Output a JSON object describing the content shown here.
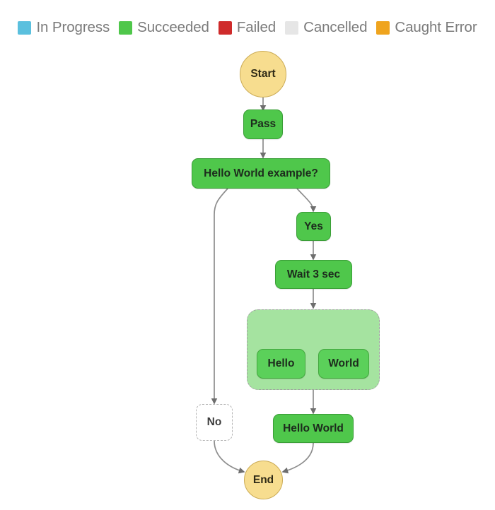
{
  "legend": {
    "items": [
      {
        "label": "In Progress",
        "color": "#5bc0de",
        "icon": "status-swatch"
      },
      {
        "label": "Succeeded",
        "color": "#4fc74b",
        "icon": "status-swatch"
      },
      {
        "label": "Failed",
        "color": "#cf2b2b",
        "icon": "status-swatch"
      },
      {
        "label": "Cancelled",
        "color": "#e6e6e6",
        "icon": "status-swatch"
      },
      {
        "label": "Caught Error",
        "color": "#efa41e",
        "icon": "status-swatch"
      }
    ]
  },
  "graph": {
    "nodes": {
      "start": {
        "label": "Start"
      },
      "pass": {
        "label": "Pass"
      },
      "choice": {
        "label": "Hello World example?"
      },
      "yes": {
        "label": "Yes"
      },
      "wait": {
        "label": "Wait 3 sec"
      },
      "hello": {
        "label": "Hello"
      },
      "world": {
        "label": "World"
      },
      "no": {
        "label": "No"
      },
      "hello_world": {
        "label": "Hello World"
      },
      "end": {
        "label": "End"
      }
    }
  }
}
